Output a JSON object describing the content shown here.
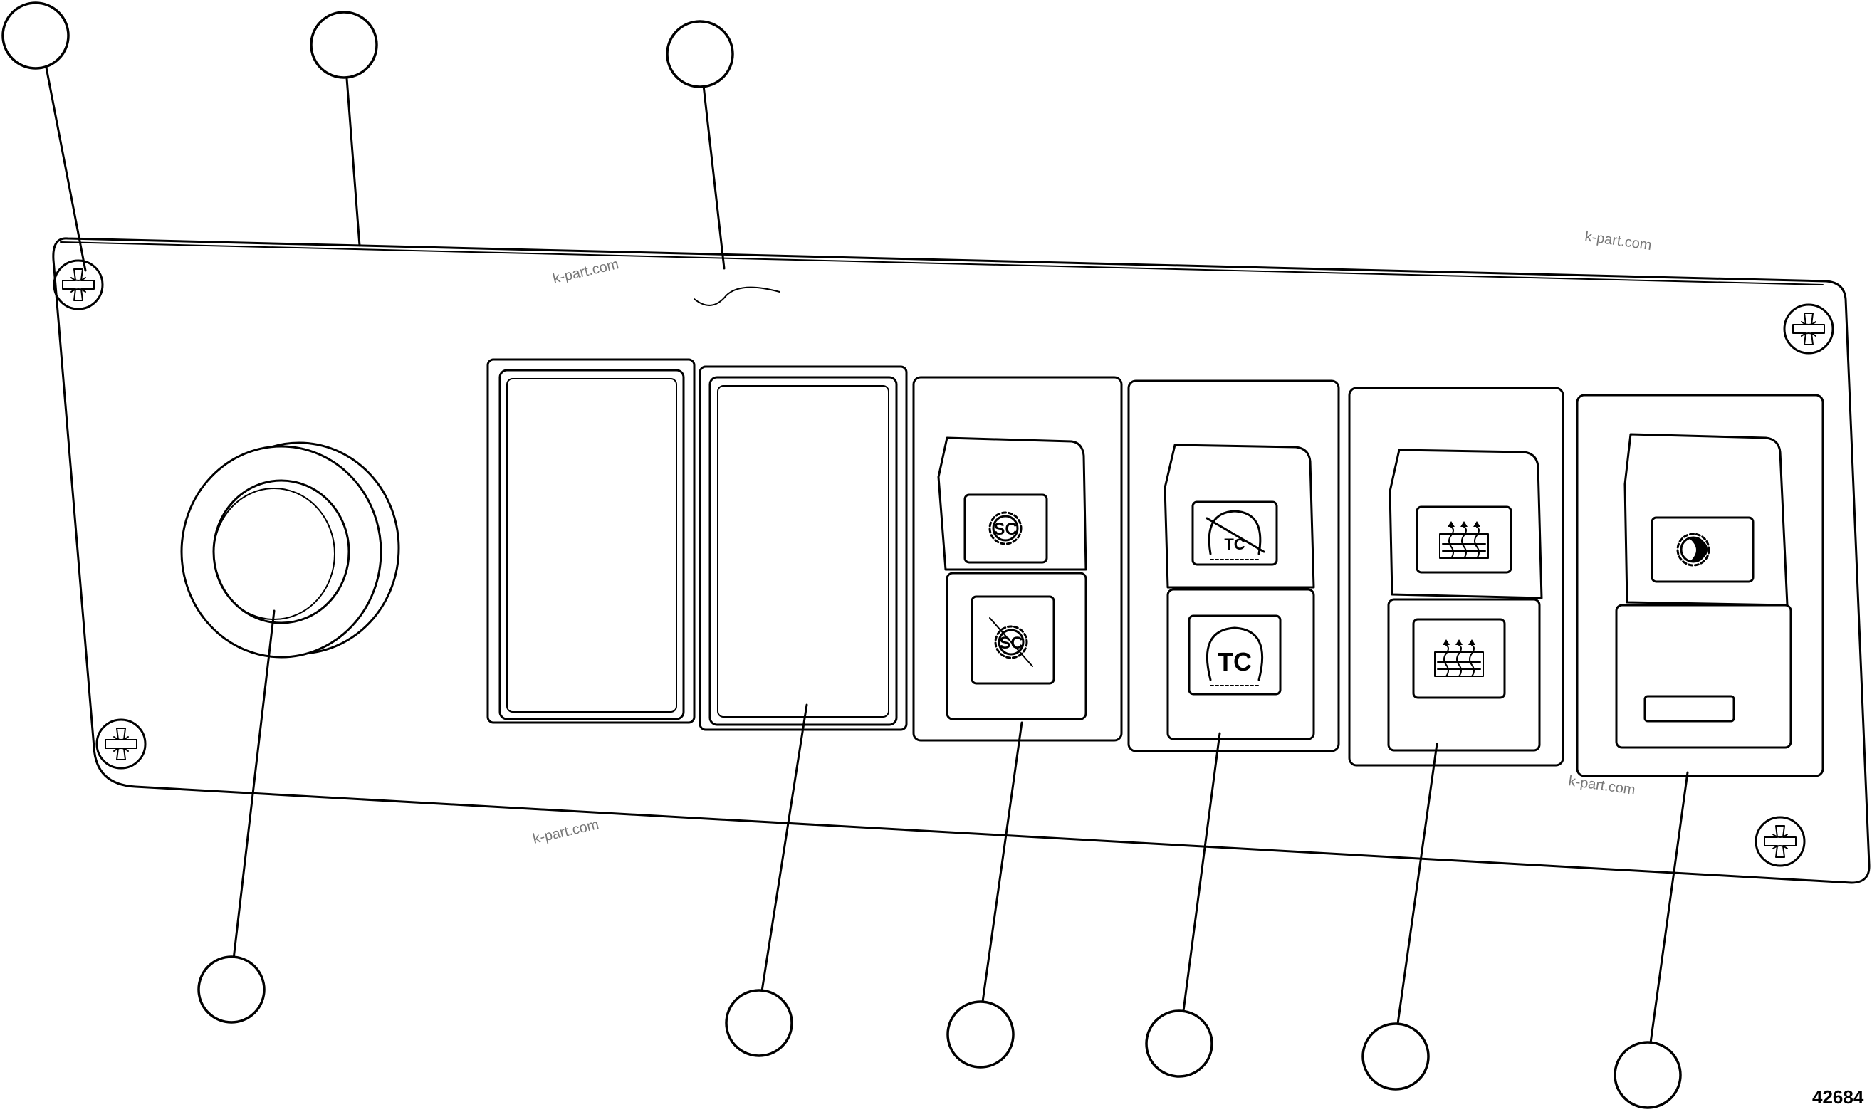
{
  "figure": {
    "number": "42684",
    "watermark": "k-part.com"
  },
  "panel": {
    "switches": [
      {
        "id": "blank-1",
        "type": "blank"
      },
      {
        "id": "blank-2",
        "type": "blank"
      },
      {
        "id": "sc-switch",
        "type": "rocker",
        "upper_symbol": "SC",
        "upper_icon": "smart-craft-gear-icon",
        "lower_symbol": "SC",
        "lower_icon": "smart-craft-off-gear-icon"
      },
      {
        "id": "tc-switch",
        "type": "rocker",
        "upper_symbol": "TC",
        "upper_icon": "traction-control-off-icon",
        "lower_symbol": "TC",
        "lower_icon": "traction-control-icon"
      },
      {
        "id": "heat-switch",
        "type": "rocker",
        "upper_icon": "heater-icon",
        "lower_icon": "heater-icon"
      },
      {
        "id": "night-switch",
        "type": "rocker",
        "upper_icon": "night-mode-gear-icon",
        "lower_icon": "slot-indicator-icon"
      }
    ]
  }
}
